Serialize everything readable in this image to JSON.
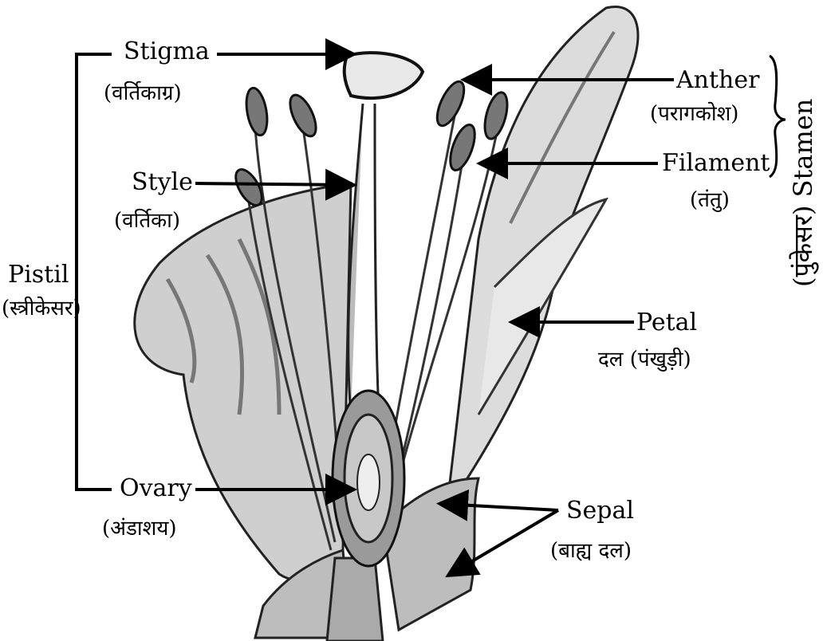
{
  "labels": {
    "stigma": {
      "en": "Stigma",
      "hi": "(वर्तिकाग्र)"
    },
    "style": {
      "en": "Style",
      "hi": "(वर्तिका)"
    },
    "pistil": {
      "en": "Pistil",
      "hi": "(स्त्रीकेसर)"
    },
    "ovary": {
      "en": "Ovary",
      "hi": "(अंडाशय)"
    },
    "anther": {
      "en": "Anther",
      "hi": "(परागकोश)"
    },
    "filament": {
      "en": "Filament",
      "hi": "(तंतु)"
    },
    "stamen": {
      "en": "Stamen",
      "hi": "(पुंकेसर)"
    },
    "petal": {
      "en": "Petal",
      "hi": "दल (पंखुड़ी)"
    },
    "sepal": {
      "en": "Sepal",
      "hi": "(बाह्य दल)"
    }
  },
  "colors": {
    "ink": "#000000",
    "petal_fill": "#d9d9d9",
    "shade": "#8a8a8a"
  }
}
